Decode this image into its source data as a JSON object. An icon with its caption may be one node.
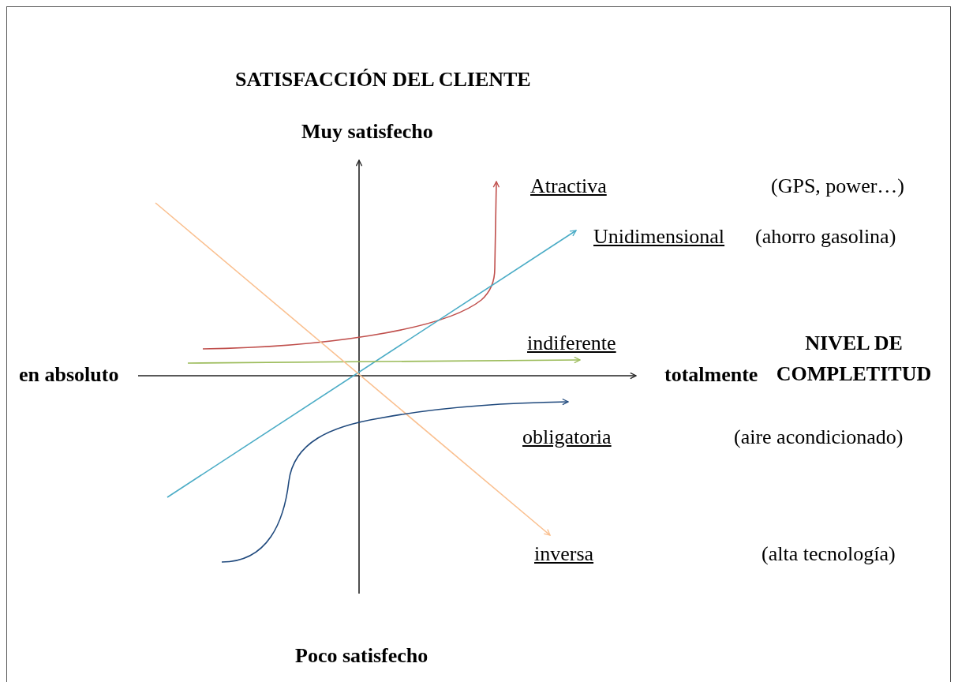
{
  "diagram": {
    "title": "SATISFACCIÓN DEL CLIENTE",
    "labels": [
      "Muy satisfecho",
      "Atractiva",
      "(GPS, power…)",
      "Unidimensional",
      "(ahorro gasolina)",
      "indiferente",
      "NIVEL DE COMPLETITUD",
      "en absoluto",
      "totalmente",
      "obligatoria",
      "(aire acondicionado)",
      "inversa",
      "(alta tecnología)",
      "Poco satisfecho"
    ]
  }
}
